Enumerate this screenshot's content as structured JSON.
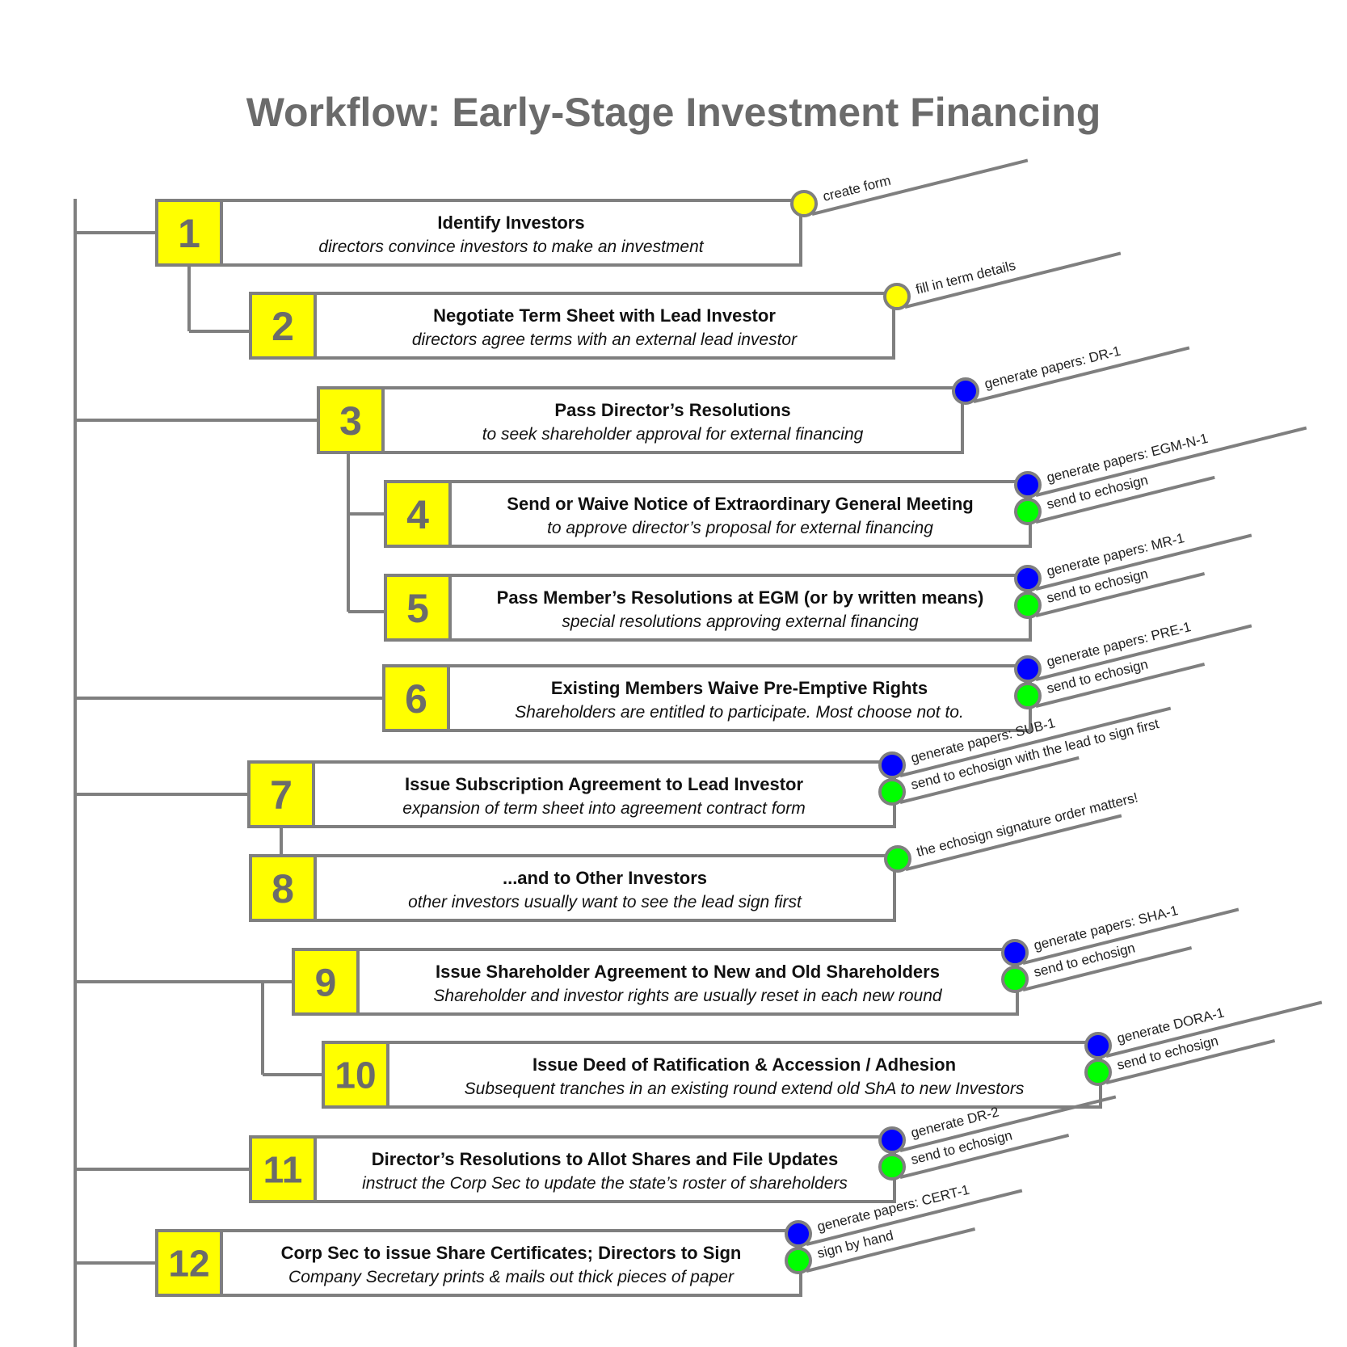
{
  "title": "Workflow: Early-Stage Investment Financing",
  "colors": {
    "line": "#7f7f7f",
    "box_fill": "#ffffff",
    "num_fill": "#ffff00",
    "dot_yellow": "#ffff00",
    "dot_blue": "#0000ff",
    "dot_green": "#00ff00",
    "number_text": "#6b6b6b"
  },
  "steps": [
    {
      "num": "1",
      "title": "Identify Investors",
      "sub": "directors convince investors to make an investment",
      "actions": [
        {
          "color": "yellow",
          "label": "create form"
        }
      ]
    },
    {
      "num": "2",
      "title": "Negotiate Term Sheet with Lead Investor",
      "sub": "directors agree terms with an external lead investor",
      "actions": [
        {
          "color": "yellow",
          "label": "fill in term details"
        }
      ]
    },
    {
      "num": "3",
      "title": "Pass Director’s Resolutions",
      "sub": "to seek shareholder approval for external financing",
      "actions": [
        {
          "color": "blue",
          "label": "generate papers: DR-1"
        }
      ]
    },
    {
      "num": "4",
      "title": "Send or Waive Notice of Extraordinary General Meeting",
      "sub": "to approve director’s proposal for external financing",
      "actions": [
        {
          "color": "blue",
          "label": "generate papers: EGM-N-1"
        },
        {
          "color": "green",
          "label": "send to echosign"
        }
      ]
    },
    {
      "num": "5",
      "title": "Pass Member’s Resolutions at EGM (or by written means)",
      "sub": "special resolutions approving external financing",
      "actions": [
        {
          "color": "blue",
          "label": "generate papers: MR-1"
        },
        {
          "color": "green",
          "label": "send to echosign"
        }
      ]
    },
    {
      "num": "6",
      "title": "Existing Members Waive Pre-Emptive Rights",
      "sub": "Shareholders are entitled to participate. Most choose not to.",
      "actions": [
        {
          "color": "blue",
          "label": "generate papers: PRE-1"
        },
        {
          "color": "green",
          "label": "send to echosign"
        }
      ]
    },
    {
      "num": "7",
      "title": "Issue Subscription Agreement to Lead Investor",
      "sub": "expansion of term sheet into agreement contract form",
      "actions": [
        {
          "color": "blue",
          "label": "generate papers: SUB-1"
        },
        {
          "color": "green",
          "label": "send to echosign with the lead to sign first"
        }
      ]
    },
    {
      "num": "8",
      "title": "...and to Other Investors",
      "sub": "other investors usually want to see the lead sign first",
      "actions": [
        {
          "color": "green",
          "label": "the echosign signature order matters!"
        }
      ]
    },
    {
      "num": "9",
      "title": "Issue Shareholder Agreement to New and Old Shareholders",
      "sub": "Shareholder and investor rights are usually reset in each new round",
      "actions": [
        {
          "color": "blue",
          "label": "generate papers: SHA-1"
        },
        {
          "color": "green",
          "label": "send to echosign"
        }
      ]
    },
    {
      "num": "10",
      "title": "Issue Deed of Ratification & Accession / Adhesion",
      "sub": "Subsequent tranches in an existing round extend old ShA to new Investors",
      "actions": [
        {
          "color": "blue",
          "label": "generate DORA-1"
        },
        {
          "color": "green",
          "label": "send to echosign"
        }
      ]
    },
    {
      "num": "11",
      "title": "Director’s Resolutions to Allot Shares and File Updates",
      "sub": "instruct the Corp Sec to update the state’s roster of shareholders",
      "actions": [
        {
          "color": "blue",
          "label": "generate DR-2"
        },
        {
          "color": "green",
          "label": "send to echosign"
        }
      ]
    },
    {
      "num": "12",
      "title": "Corp Sec to issue Share Certificates; Directors to Sign",
      "sub": "Company Secretary prints & mails out thick pieces of paper",
      "actions": [
        {
          "color": "blue",
          "label": "generate papers: CERT-1"
        },
        {
          "color": "green",
          "label": "sign by hand"
        }
      ]
    }
  ]
}
